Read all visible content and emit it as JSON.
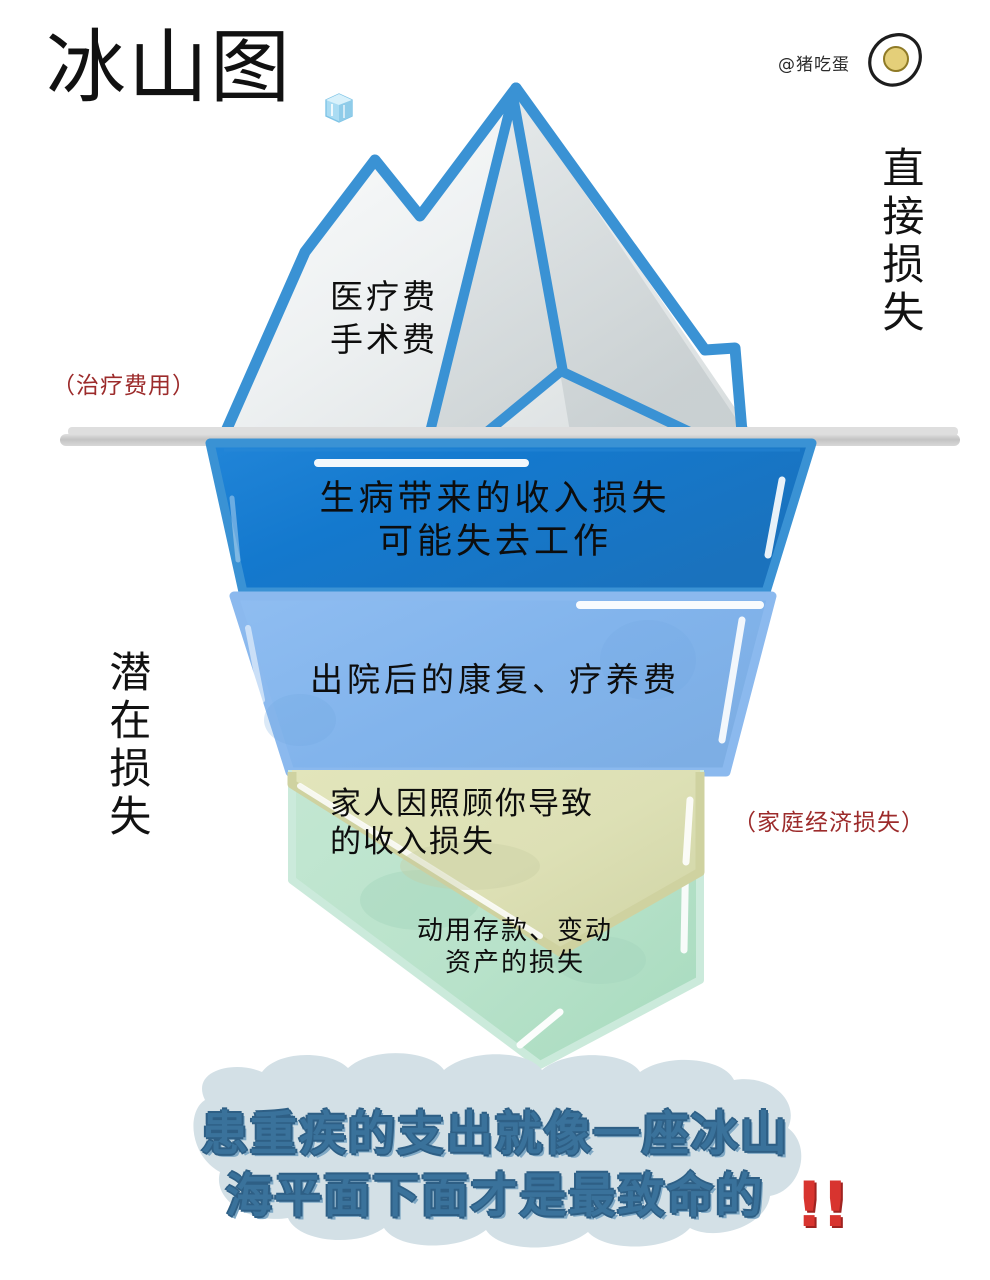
{
  "page": {
    "title": "冰山图",
    "title_icon": "ice-cube-icon",
    "watermark": "@猪吃蛋",
    "watermark_icon": "fried-egg-icon",
    "background_color": "#ffffff"
  },
  "side_labels": {
    "right": "直接损失",
    "left": "潜在损失"
  },
  "annotations": {
    "treatment_cost": "（治疗费用）",
    "family_economic_loss": "（家庭经济损失）",
    "note_color": "#9c2b2b"
  },
  "iceberg": {
    "waterline_color": "#c9c9c9",
    "outline_color": "#3a92d4",
    "tip": {
      "label": "医疗费\n手术费",
      "fill_color": "#e3e7e8"
    },
    "bands": [
      {
        "name": "income-loss-band",
        "label": "生病带来的收入损失\n可能失去工作",
        "color": "#1479ce"
      },
      {
        "name": "rehab-cost-band",
        "label": "出院后的康复、疗养费",
        "color": "#82b4ec"
      },
      {
        "name": "family-income-loss-band",
        "label": "家人因照顾你导致\n的收入损失",
        "color": "#dde0b5"
      },
      {
        "name": "asset-loss-band",
        "label": "动用存款、变动\n资产的损失",
        "color": "#b8e2ca"
      }
    ]
  },
  "banner": {
    "line1": "患重疾的支出就像一座冰山",
    "line2": "海平面下面才是最致命的",
    "text": "患重疾的支出就像一座冰山\n海平面下面才是最致命的",
    "exclamation": "!!",
    "text_color": "#3a729b",
    "cloud_color": "#d3e0e6",
    "exclamation_color": "#d8342f"
  }
}
